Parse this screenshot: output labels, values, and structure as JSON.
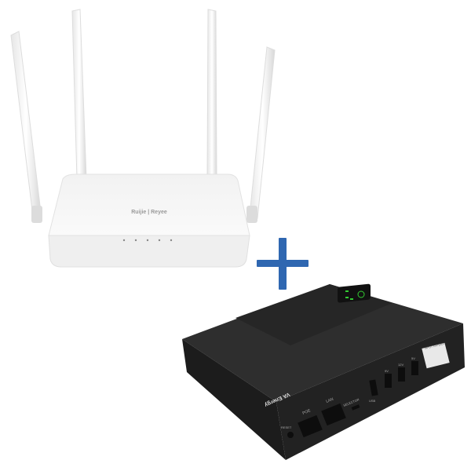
{
  "router": {
    "brand_logo": "Ruijie | Reyee"
  },
  "plus_sign": {
    "color": "#2f67b1"
  },
  "ups": {
    "brand_logo": "VA Energy",
    "ports": {
      "poe": "POE",
      "lan": "LAN",
      "selector": "SELECTOR",
      "usb": "USB",
      "reset": "RESET",
      "dc_out_1": "9V",
      "dc_out_2": "12V",
      "dc_out_3": "5V",
      "input": "INPUT 100-240V"
    }
  }
}
